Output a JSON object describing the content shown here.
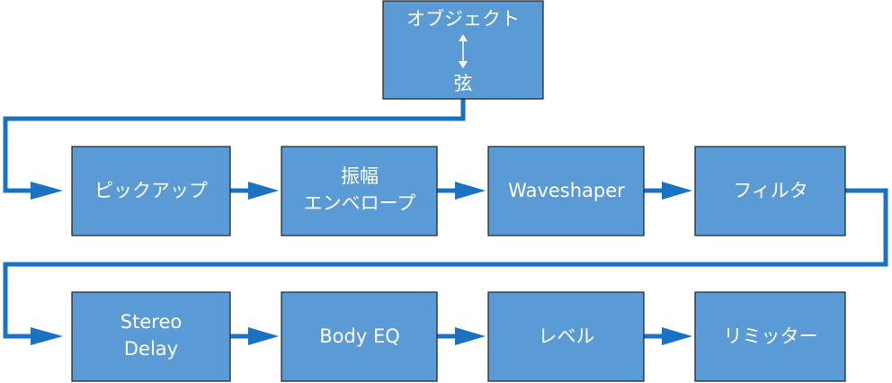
{
  "object_block": {
    "top_label": "オブジェクト",
    "bottom_label": "弦"
  },
  "row1": [
    {
      "lines": [
        "ピックアップ"
      ]
    },
    {
      "lines": [
        "振幅",
        "エンベロープ"
      ]
    },
    {
      "lines": [
        "Waveshaper"
      ]
    },
    {
      "lines": [
        "フィルタ"
      ]
    }
  ],
  "row2": [
    {
      "lines": [
        "Stereo",
        "Delay"
      ]
    },
    {
      "lines": [
        "Body EQ"
      ]
    },
    {
      "lines": [
        "レベル"
      ]
    },
    {
      "lines": [
        "リミッター"
      ]
    }
  ],
  "colors": {
    "box_fill": "#5b9bd5",
    "box_stroke": "#1f1f1f",
    "connector": "#1a73c2",
    "text": "#ffffff"
  }
}
